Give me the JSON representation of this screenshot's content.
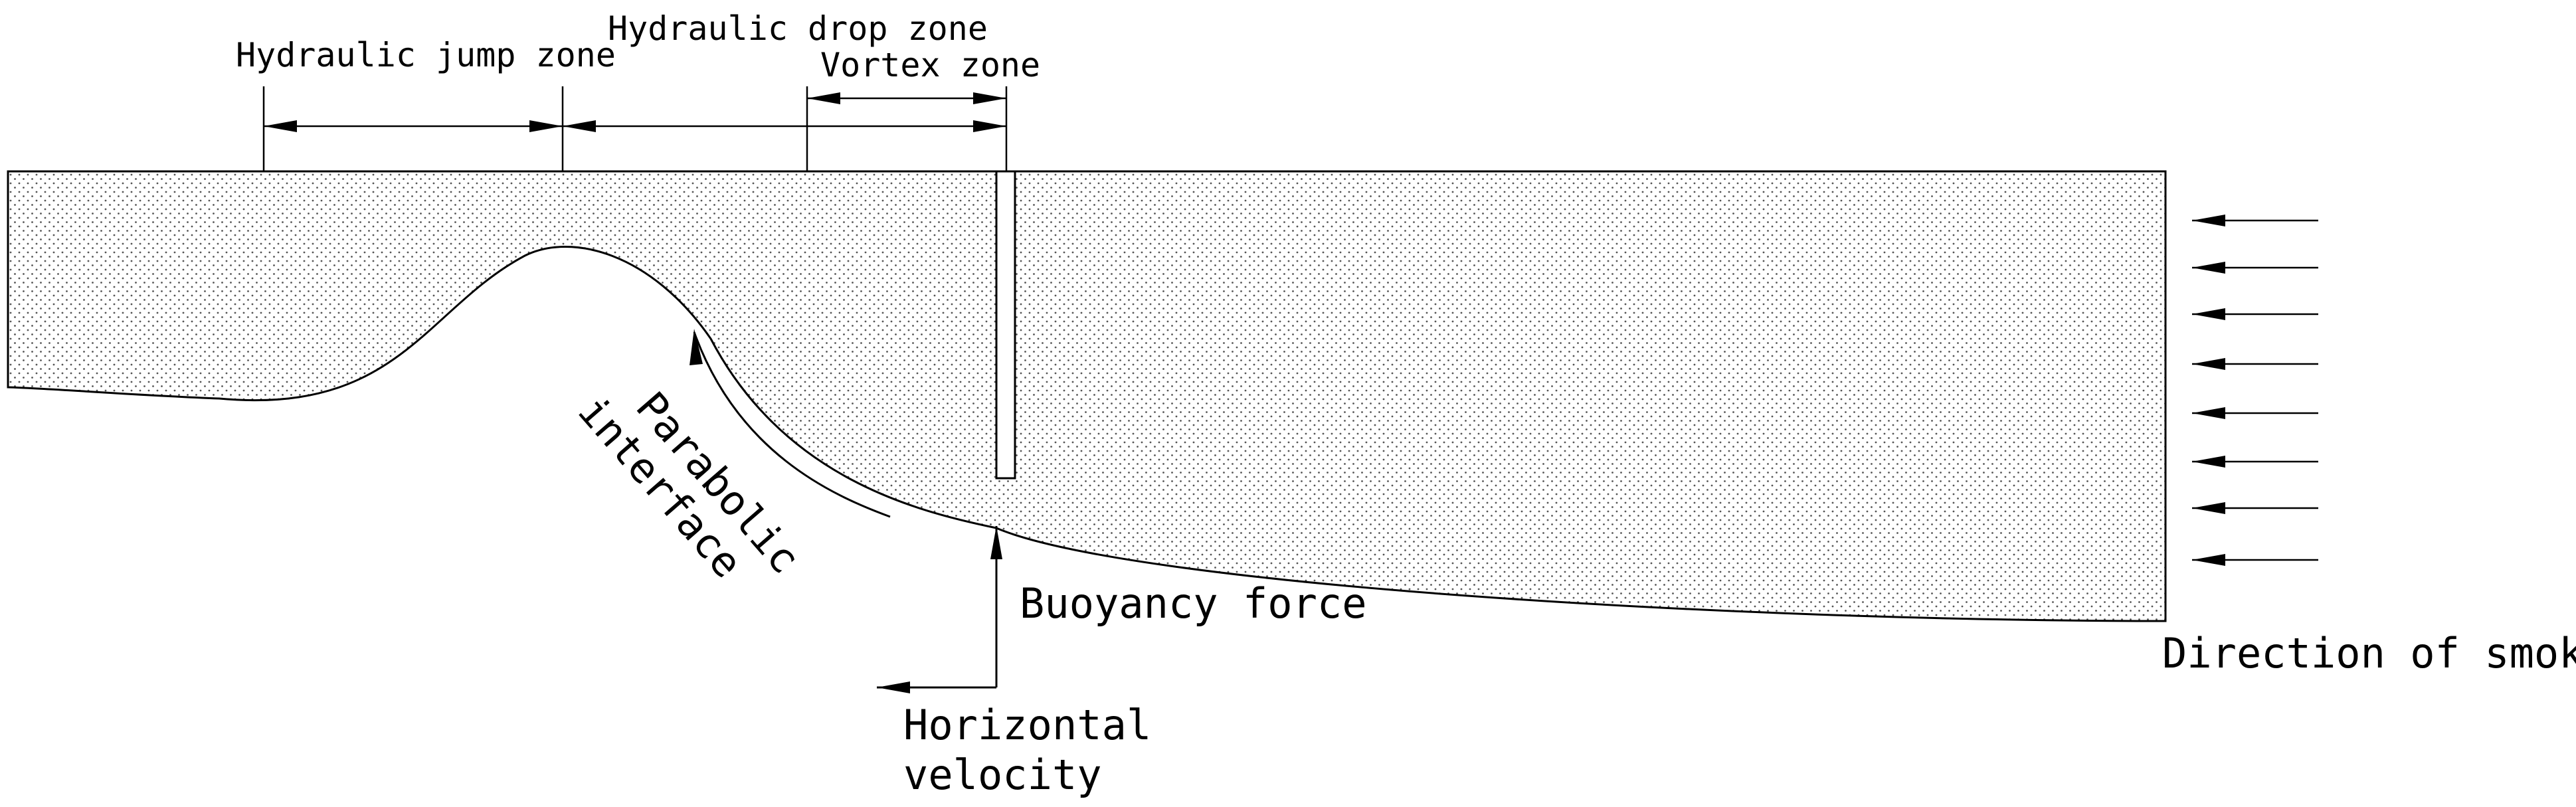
{
  "labels": {
    "hydraulic_jump_zone": "Hydraulic jump zone",
    "hydraulic_drop_zone": "Hydraulic drop zone",
    "vortex_zone": "Vortex zone",
    "parabolic_line1": "Parabolic",
    "parabolic_line2": "interface",
    "buoyancy_force": "Buoyancy force",
    "horizontal_line1": "Horizontal",
    "horizontal_line2": "velocity",
    "direction_of_smoke_flow": "Direction of smoke flow"
  },
  "colors": {
    "stroke": "#000000",
    "stipple": "#555555",
    "background": "#ffffff"
  }
}
